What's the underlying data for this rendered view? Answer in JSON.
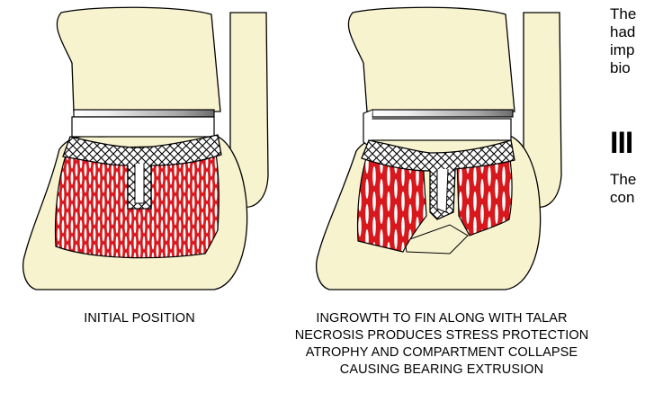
{
  "figure": {
    "left_caption": "INITIAL POSITION",
    "right_caption_lines": [
      "INGROWTH TO FIN ALONG WITH TALAR",
      "NECROSIS PRODUCES STRESS PROTECTION",
      "ATROPHY AND COMPARTMENT COLLAPSE",
      "CAUSING BEARING EXTRUSION"
    ]
  },
  "side_text": {
    "paragraph1_lines": [
      "The",
      "had",
      "imp",
      "bio"
    ],
    "heading": "III",
    "paragraph2_lines": [
      "The",
      "con"
    ]
  },
  "colors": {
    "bone": "#f8f3cf",
    "ingrowth_red": "#d7191e",
    "outline": "#000000",
    "metal_dark": "#6c6c6c"
  }
}
